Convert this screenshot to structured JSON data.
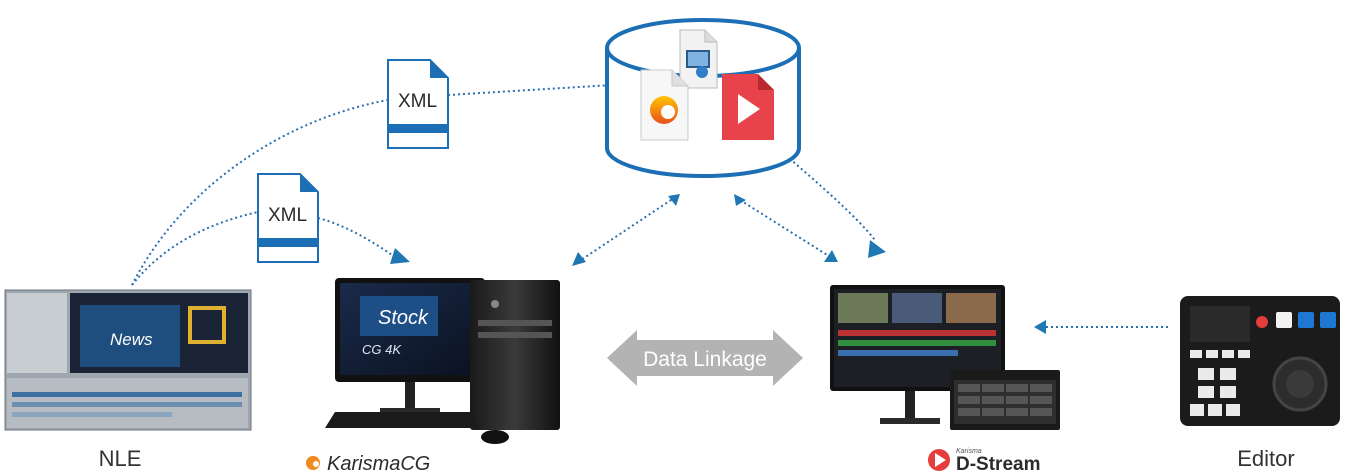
{
  "xml_doc_top": {
    "label": "XML"
  },
  "xml_doc_bottom": {
    "label": "XML"
  },
  "data_linkage": {
    "label": "Data Linkage"
  },
  "nodes": {
    "nle": {
      "label": "NLE"
    },
    "karismacg": {
      "label": "KarismaCG"
    },
    "dstream": {
      "label": "D-Stream",
      "small_label": "Karisma"
    },
    "editor": {
      "label": "Editor"
    }
  },
  "screens": {
    "nle_news": "News",
    "cg_stock": "Stock",
    "cg_4k": "CG 4K"
  },
  "colors": {
    "accent": "#1f77b4",
    "dotted": "#2a6fb0",
    "arrow_gray": "#b3b3b3",
    "play_red": "#e53c3c",
    "logo_orange": "#f08a1c"
  }
}
